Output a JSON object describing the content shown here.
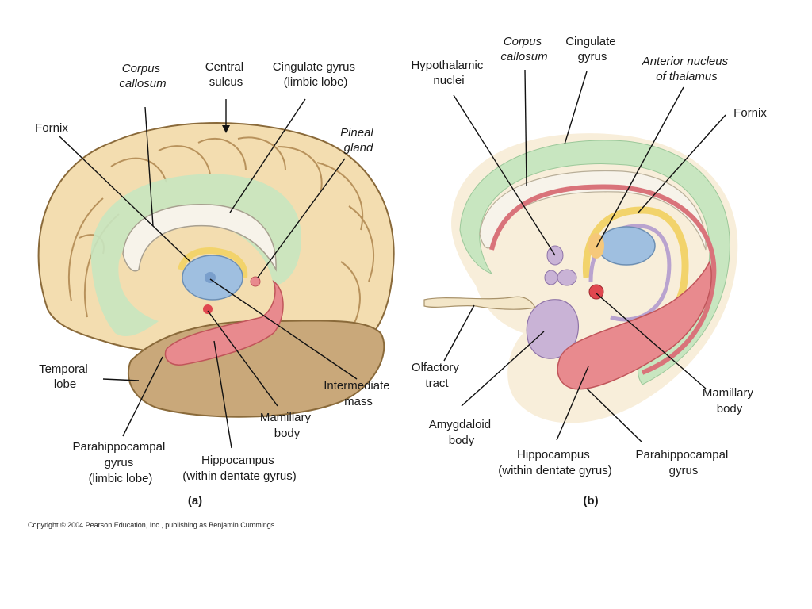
{
  "panel_a": {
    "caption": "(a)",
    "labels": {
      "corpus_callosum": [
        "Corpus",
        "callosum"
      ],
      "central_sulcus": [
        "Central",
        "sulcus"
      ],
      "cingulate_gyrus": [
        "Cingulate gyrus",
        "(limbic lobe)"
      ],
      "fornix": [
        "Fornix"
      ],
      "pineal_gland": [
        "Pineal",
        "gland"
      ],
      "temporal_lobe": [
        "Temporal",
        "lobe"
      ],
      "intermediate_mass": [
        "Intermediate",
        "mass"
      ],
      "mamillary_body": [
        "Mamillary",
        "body"
      ],
      "parahippocampal_gyrus": [
        "Parahippocampal",
        "gyrus",
        "(limbic lobe)"
      ],
      "hippocampus": [
        "Hippocampus",
        "(within dentate gyrus)"
      ]
    }
  },
  "panel_b": {
    "caption": "(b)",
    "labels": {
      "corpus_callosum": [
        "Corpus",
        "callosum"
      ],
      "cingulate_gyrus": [
        "Cingulate",
        "gyrus"
      ],
      "hypothalamic_nuclei": [
        "Hypothalamic",
        "nuclei"
      ],
      "anterior_nucleus": [
        "Anterior nucleus",
        "of thalamus"
      ],
      "fornix": [
        "Fornix"
      ],
      "olfactory_tract": [
        "Olfactory",
        "tract"
      ],
      "mamillary_body": [
        "Mamillary",
        "body"
      ],
      "amygdaloid_body": [
        "Amygdaloid",
        "body"
      ],
      "hippocampus": [
        "Hippocampus",
        "(within dentate gyrus)"
      ],
      "parahippocampal_gyrus": [
        "Parahippocampal",
        "gyrus"
      ]
    }
  },
  "copyright": "Copyright © 2004 Pearson Education, Inc., publishing as Benjamin Cummings.",
  "colors": {
    "cortex": "#f3ddb0",
    "cortex_outline": "#8a6a3a",
    "temporal": "#c9a87a",
    "limbic_green": "#c8e6c0",
    "hippocampus_red": "#e88a8e",
    "corpus_callosum": "#f7f3ea",
    "thalamus_blue": "#9fbfe0",
    "fornix_yellow": "#f2d36b",
    "hypothalamus_purple": "#c9b3d6",
    "mamillary_red": "#e0474f"
  }
}
